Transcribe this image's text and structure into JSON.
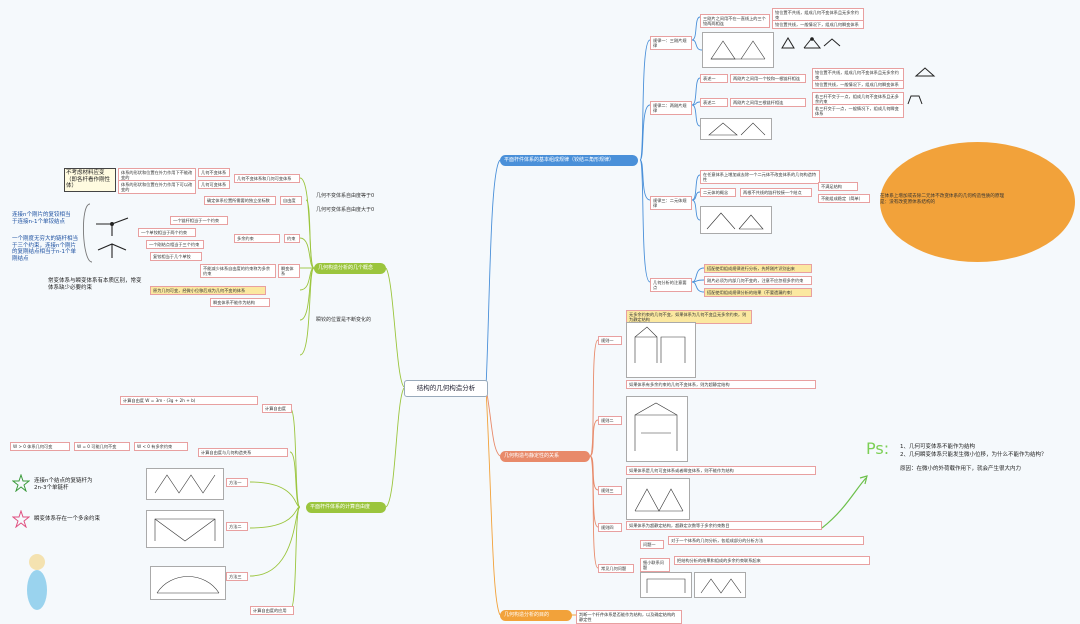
{
  "center": "结构的几何构造分析",
  "branches": {
    "b1": "平面杆件体系的基本组成规律（铰结三角形规律）",
    "b2": "几何构造与静定性的关系",
    "b3": "几何构造分析的目的",
    "b4": "平面杆件体系的计算自由度",
    "b5": "几何构造分析的几个概念"
  },
  "top_right": {
    "rule1": "规律一：三刚片规律",
    "rule1_a": "三刚片之间用不在一直线上的三个铰两两相连",
    "rule1_b": "铰位置不共线，组成几何不变体系且无多余约束",
    "rule1_c": "铰位置共线，一般情况下，组成几何瞬变体系",
    "rule2": "规律二：两刚片规律",
    "rule2_a": "表述一",
    "rule2_a_text": "两刚片之间用一个铰和一根链杆相连",
    "rule2_a_r1": "铰位置不共线，组成几何不变体系且无多余约束",
    "rule2_a_r2": "铰位置共线，一般情况下，组成几何瞬变体系",
    "rule2_b": "表述二",
    "rule2_b_text": "两刚片之间用三根链杆相连",
    "rule2_b_r1": "若三杆不交于一点，组成几何不变体系且无多余约束",
    "rule2_b_r2": "若三杆交于一点，一般情况下，组成几何瞬变体系",
    "rule3": "规律三：二元体规律",
    "rule3_a": "在任意体系上增加或去除一个二元体不改变体系的几何构造特性",
    "rule3_b": "二元体的概念",
    "rule3_b1": "两根不共线的链杆铰接一个结点",
    "rule3_b_r1": "不满足结构",
    "rule3_b_r2": "不能组成稳定（简单）",
    "rule4": "几何分析的注意要点",
    "rule4_a": "搭配使用组成规律进行分析，先将刚片识别出来",
    "rule4_b": "刚片必须为内部几何不变的，注意不应忽视多余约束",
    "rule4_c": "搭配使用组成规律分析的结果（不要遗漏约束）",
    "oval": "在体系上增加或去除二元体不改变体系的几何构造性质的原理是：没有改变原体系结构的"
  },
  "mid_right": {
    "c1": "规则一",
    "c1_text": "无多余约束的几何不变，如果体系为几何不变且无多余约束，则为静定结构",
    "c2": "规则二",
    "c2_text": "如果体系有多余约束的几何不变体系，则为超静定结构",
    "c3": "规则三",
    "c3_text": "如果体系是几何可变体系或者瞬变体系，则不能作为结构",
    "c4": "规则四",
    "c4_text": "如果体系为超静定结构，超静定次数等于多余约束数目",
    "c5": "常见几何问题",
    "c5_a": "问题一",
    "c5_a_text": "对于一个体系的几何分析，各组成部分的分析方法",
    "c5_b": "细小联系问题",
    "c5_b_text": "把结构分析的结果和组成的多余约束联系起来",
    "b3_text": "判断一个杆件体系是否能作为结构，以及确定结构的静定性"
  },
  "left": {
    "concept_a": "几何不变体系和几何可变体系",
    "concept_a1": "体系的形状和位置在外力作用下不能改变的",
    "concept_a1r": "几何不变体系",
    "concept_a2": "体系的形状和位置在外力作用下可以改变的",
    "concept_a2r": "几何可变体系",
    "concept_b": "自由度",
    "concept_b1": "确定体系位置所需要的独立坐标数",
    "concept_b2": "几何不变体系自由度等于0",
    "concept_b3": "几何可变体系自由度大于0",
    "concept_c": "约束",
    "concept_c1": "一个链杆相当于一个约束",
    "concept_c2": "一个单铰相当于两个约束",
    "concept_c3": "一个刚结点相当于三个约束",
    "concept_c4": "复铰相当于几个单铰",
    "concept_d": "多余约束",
    "concept_d1": "不能减少体系自由度的约束称为多余约束",
    "concept_e": "瞬变体系",
    "concept_e1": "原为几何可变，经微小位移后成为几何不变的体系",
    "concept_f": "瞬变体系不能作为结构",
    "instant": "瞬铰的位置是不断变化的",
    "calc_a": "计算自由度",
    "calc_a1": "计算自由度 W = 3m - (3g + 2h + b)",
    "calc_b": "计算自由度与几何构造关系",
    "calc_b1": "W > 0 体系几何可变",
    "calc_b2": "W = 0 可能几何不变",
    "calc_b3": "W < 0 有多余约束",
    "calc_c": "方法一",
    "calc_d": "方法二",
    "calc_e": "方法三",
    "calc_f": "计算自由度的应用",
    "note1": "不考虑材料应变（即各杆看作刚性体）",
    "note2": "连接n个刚片的复铰相当于连接n-1个单铰结点",
    "note3": "一个刚度无穷大的链杆相当于三个约束，连接n个刚片的复刚结点相当于n-1个单刚结点",
    "note4": "常变体系与瞬变体系有本质区别，常变体系缺少必要约束",
    "note5": "连接n个结点的复链杆为2n-3个单链杆",
    "note6": "瞬变体系存在一个多余约束"
  },
  "right_note": {
    "line1": "1、几何可变体系不能作为结构",
    "line2": "2、几何瞬变体系只能发生微小位移，为什么不能作为结构？",
    "line3": "原因：在微小的外荷载作用下，就会产生很大内力"
  }
}
